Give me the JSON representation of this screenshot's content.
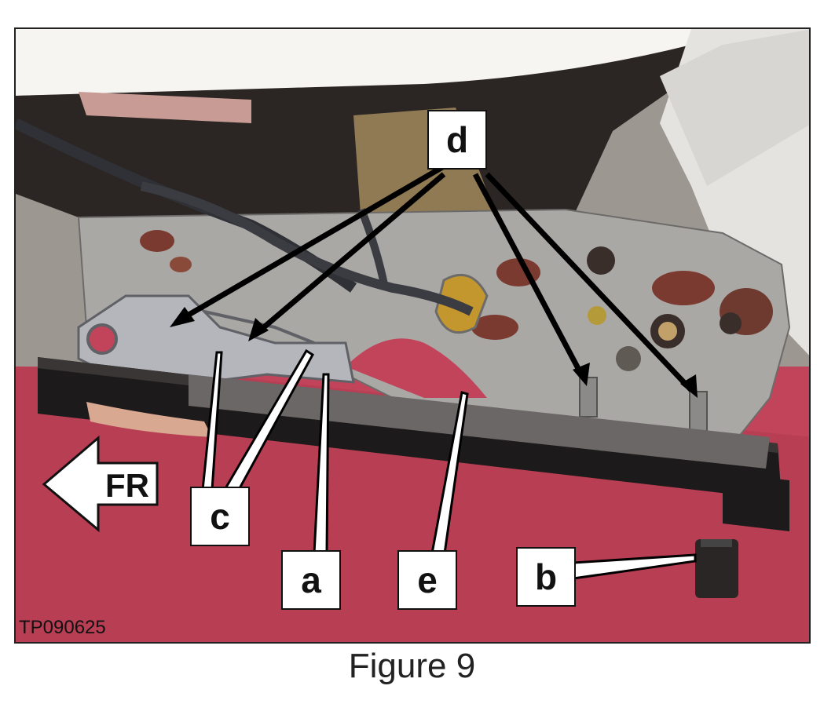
{
  "figure": {
    "caption": "Figure 9",
    "photo_id": "TP090625",
    "direction_arrow": {
      "label": "FR",
      "icon": "left-arrow-icon"
    },
    "callouts": {
      "a": "a",
      "b": "b",
      "c": "c",
      "d": "d",
      "e": "e"
    }
  },
  "colors": {
    "carpet": "#c2445a",
    "rail": "#1c1a1a",
    "bracket": "#a9a7a4",
    "rust": "#7a3a30"
  }
}
